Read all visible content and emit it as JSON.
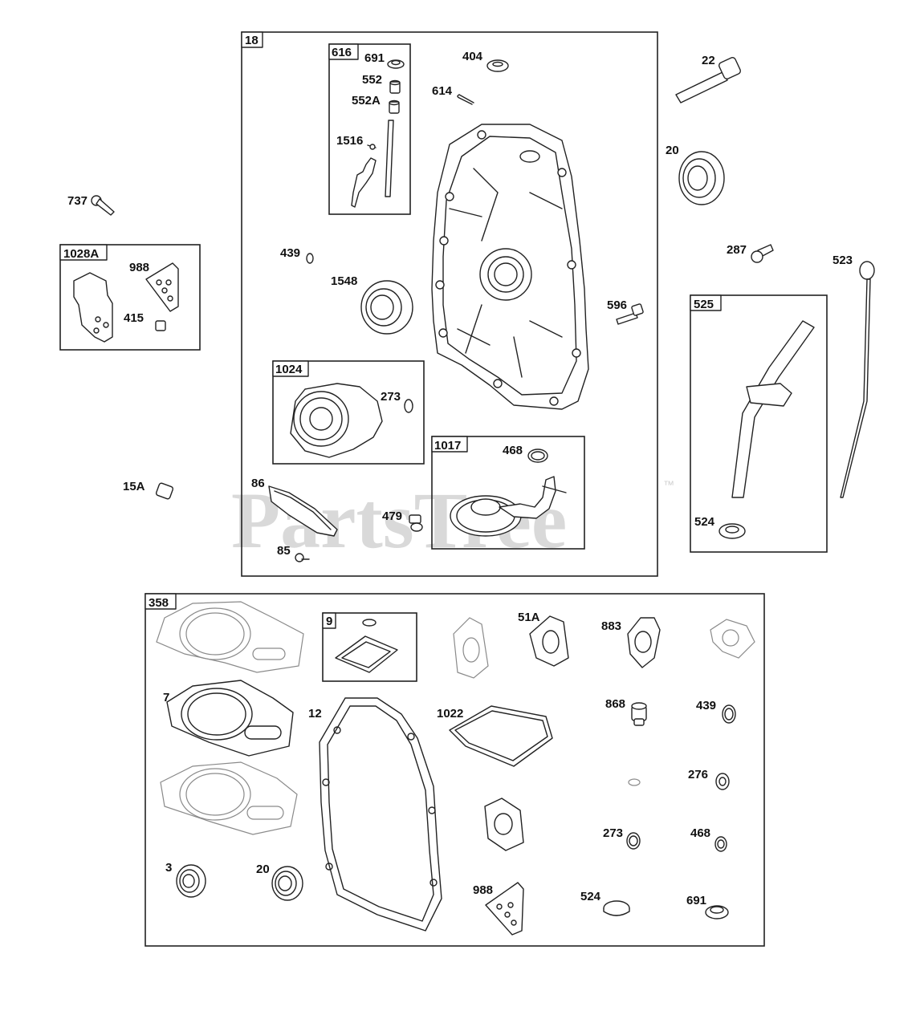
{
  "watermark": {
    "text": "PartsTree",
    "trademark": "™"
  },
  "boxes": {
    "b18": "18",
    "b616": "616",
    "b1028A": "1028A",
    "b1024": "1024",
    "b1017": "1017",
    "b525": "525",
    "b358": "358",
    "b9": "9"
  },
  "callouts": {
    "c691a": "691",
    "c552": "552",
    "c552A": "552A",
    "c1516": "1516",
    "c404": "404",
    "c614": "614",
    "c22": "22",
    "c20a": "20",
    "c737": "737",
    "c988a": "988",
    "c415": "415",
    "c439a": "439",
    "c1548": "1548",
    "c287": "287",
    "c523": "523",
    "c596": "596",
    "c273a": "273",
    "c468a": "468",
    "c15A": "15A",
    "c86": "86",
    "c479": "479",
    "c85": "85",
    "c524a": "524",
    "c51A": "51A",
    "c883": "883",
    "c7": "7",
    "c12": "12",
    "c1022": "1022",
    "c868": "868",
    "c439b": "439",
    "c276": "276",
    "c273b": "273",
    "c468b": "468",
    "c3": "3",
    "c20b": "20",
    "c988b": "988",
    "c524b": "524",
    "c691b": "691"
  }
}
